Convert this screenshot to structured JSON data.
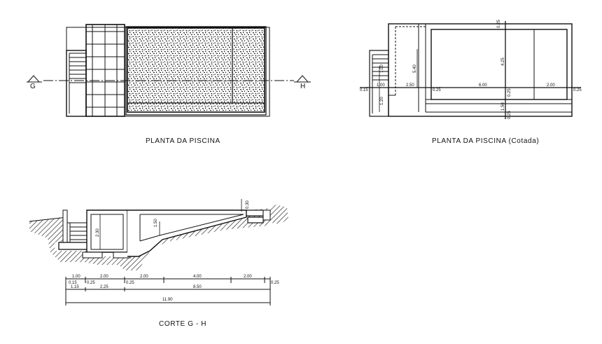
{
  "plan": {
    "caption": "PLANTA DA PISCINA",
    "marker_left": "G",
    "marker_right": "H"
  },
  "plan_dim": {
    "caption": "PLANTA DA PISCINA  (Cotada)",
    "dims": {
      "d015_left": "0.15",
      "d100": "1.00",
      "d250": "2.50",
      "d540": "5.40",
      "d120": "1.20",
      "d025_a": "0.25",
      "d600": "6.00",
      "d425": "4.25",
      "d025_b": "0.25",
      "d025_top": "0.25",
      "d150": "1.50",
      "d025_bot": "0.25",
      "d200": "2.00",
      "d025_right": "0.25"
    }
  },
  "section": {
    "caption": "CORTE  G - H",
    "dims": {
      "h030": "0.30",
      "h150": "1.50",
      "h230": "2.30",
      "r1_100": "1.00",
      "r1_200a": "2.00",
      "r1_200b": "2.00",
      "r1_400": "4.00",
      "r1_200c": "2.00",
      "r2_015": "0.15",
      "r2_025a": "0.25",
      "r2_025b": "0.25",
      "r2_025c": "0.25",
      "r3_115": "1.15",
      "r3_225": "2.25",
      "r3_850": "8.50",
      "r4_1190": "11.90"
    }
  }
}
